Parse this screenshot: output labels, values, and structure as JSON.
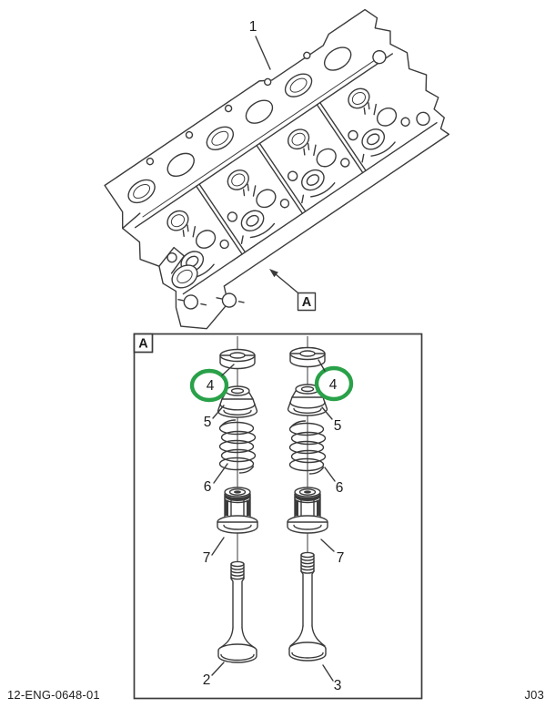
{
  "footer": {
    "drawing_number": "12-ENG-0648-01",
    "page_code": "J03"
  },
  "callouts": {
    "cylinder_head": "1",
    "intake_valve": "2",
    "exhaust_valve": "3",
    "valve_keeper": "4",
    "spring_retainer": "5",
    "valve_spring": "6",
    "valve_stem_seal": "7"
  },
  "detail_view": {
    "reference_letter": "A"
  },
  "colors": {
    "line": "#3b3b3b",
    "highlight_green": "#29a148",
    "background": "#ffffff",
    "text": "#1c1c1c"
  }
}
